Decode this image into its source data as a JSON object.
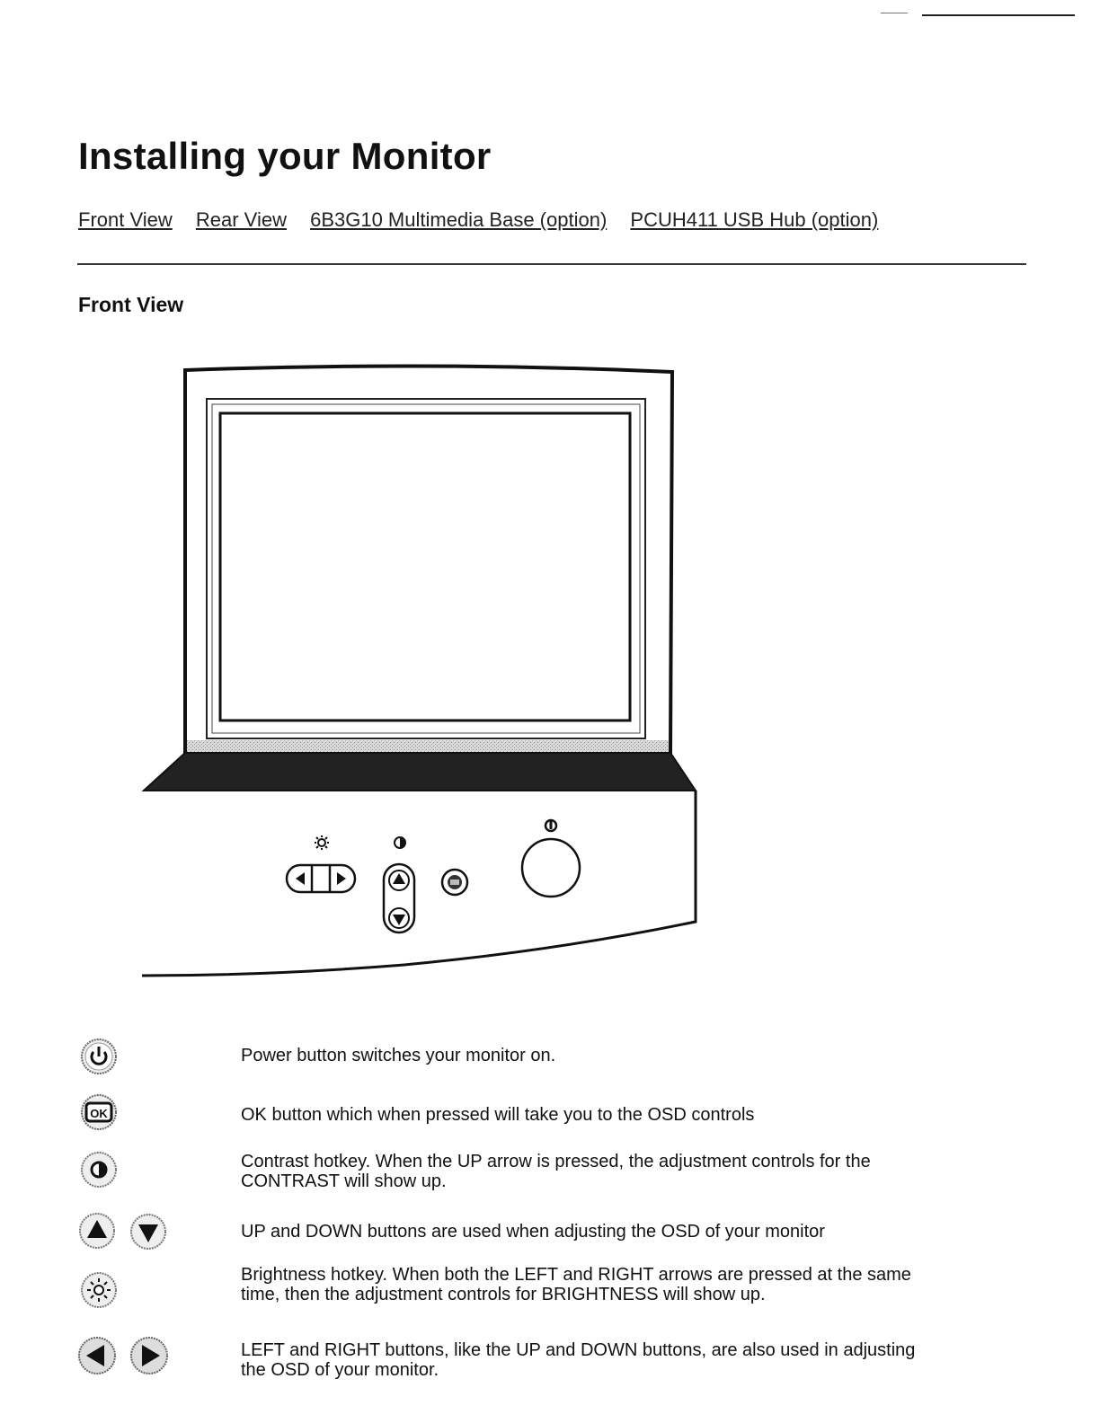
{
  "page": {
    "title": "Installing your Monitor",
    "nav_links": [
      "Front View",
      "Rear View",
      "6B3G10 Multimedia Base (option)",
      "PCUH411 USB Hub (option)"
    ],
    "section_title": "Front View"
  },
  "legend": [
    {
      "icon": "power-icon",
      "text": "Power button switches your monitor on."
    },
    {
      "icon": "ok-icon",
      "text": "OK button which when pressed will take you to the OSD controls"
    },
    {
      "icon": "contrast-icon",
      "text": "Contrast hotkey. When the UP arrow is pressed, the adjustment controls for the CONTRAST will show up."
    },
    {
      "icon": "up-down-icons",
      "text": "UP and DOWN buttons are used when adjusting the OSD of your monitor"
    },
    {
      "icon": "brightness-icon",
      "text": "Brightness hotkey. When both the LEFT and RIGHT arrows are pressed at the same time, then the adjustment controls for BRIGHTNESS will show up."
    },
    {
      "icon": "left-right-icons",
      "text": "LEFT and RIGHT buttons, like the UP and DOWN buttons, are also used in adjusting the OSD of your monitor."
    }
  ]
}
